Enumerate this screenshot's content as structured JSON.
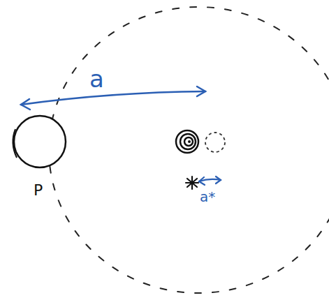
{
  "diagram": {
    "labels": [
      "a",
      "P",
      "a*"
    ]
  }
}
